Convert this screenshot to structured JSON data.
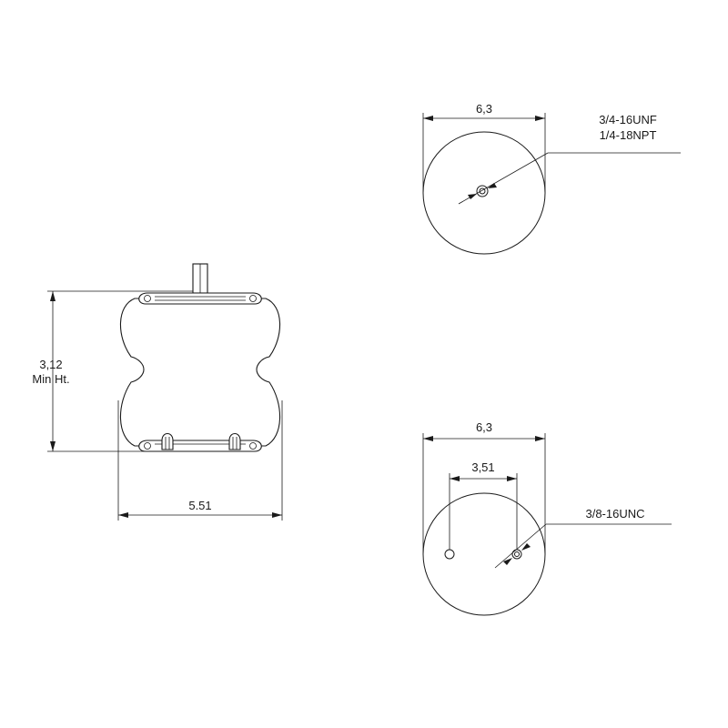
{
  "side_view": {
    "height_value": "3,12",
    "height_note": "Min Ht.",
    "width_value": "5.51"
  },
  "top_view": {
    "diameter": "6,3",
    "port_thread_1": "3/4-16UNF",
    "port_thread_2": "1/4-18NPT"
  },
  "bottom_view": {
    "diameter": "6,3",
    "stud_spacing": "3,51",
    "stud_thread": "3/8-16UNC"
  }
}
